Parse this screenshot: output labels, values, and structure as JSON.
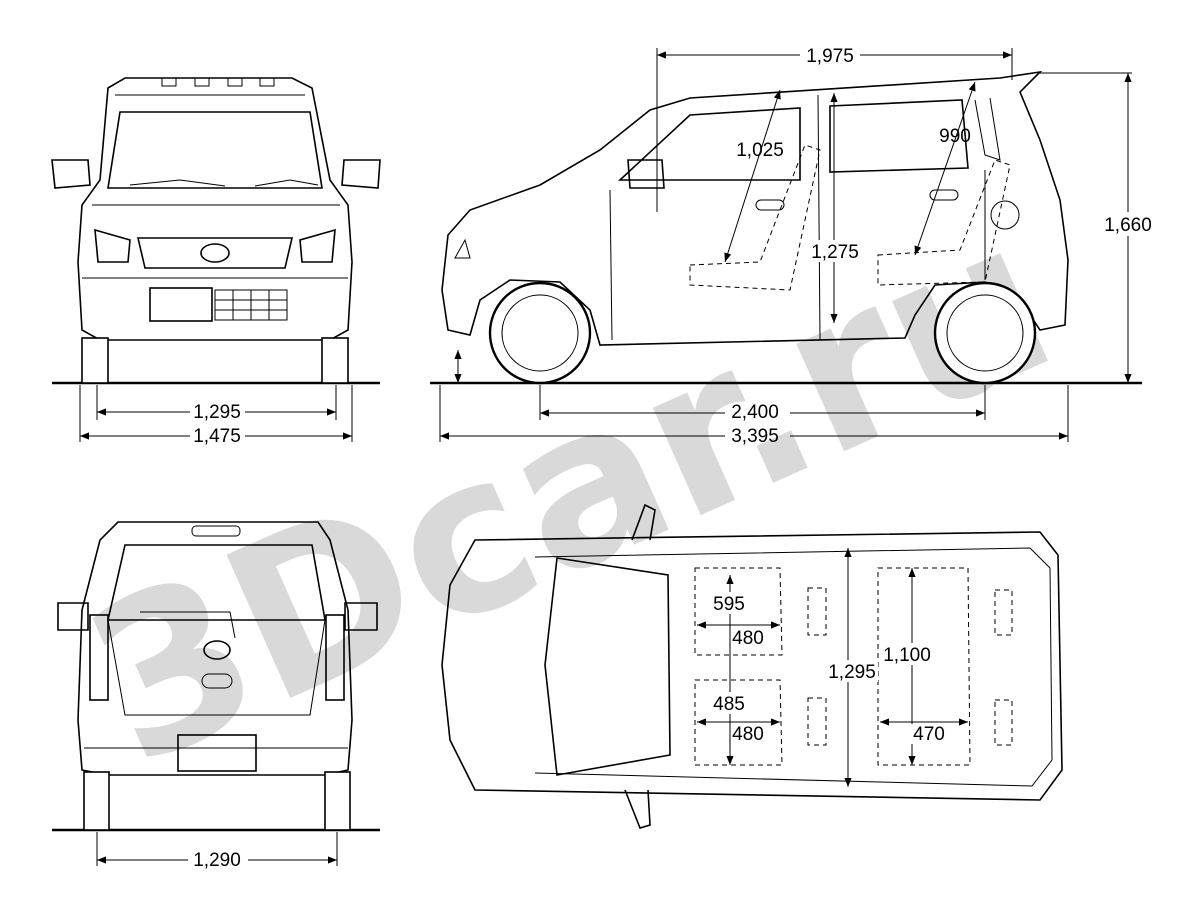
{
  "watermark": "3Dcar.ru",
  "front_view": {
    "track_label": "1,295",
    "width_label": "1,475"
  },
  "side_view": {
    "roof_length_label": "1,975",
    "front_headroom_label": "1,025",
    "rear_headroom_label": "990",
    "interior_height_label": "1,275",
    "height_label": "1,660",
    "wheelbase_label": "2,400",
    "length_label": "3,395"
  },
  "rear_view": {
    "track_label": "1,290"
  },
  "top_view": {
    "front_seat_width_upper": "595",
    "front_seat_cushion_upper": "480",
    "front_seat_width_lower": "485",
    "front_seat_cushion_lower": "480",
    "interior_width_label": "1,295",
    "rear_length_label": "1,100",
    "rear_seat_label": "470"
  }
}
